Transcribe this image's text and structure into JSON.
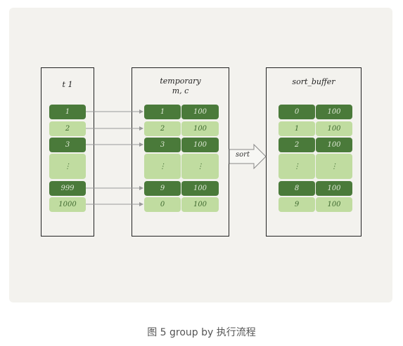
{
  "t1": {
    "title": "t 1",
    "rows": [
      "1",
      "2",
      "3",
      "⋮",
      "999",
      "1000"
    ]
  },
  "temporary": {
    "title_line1": "temporary",
    "title_line2": "m, c",
    "rows": [
      [
        "1",
        "100"
      ],
      [
        "2",
        "100"
      ],
      [
        "3",
        "100"
      ],
      [
        "⋮",
        "⋮"
      ],
      [
        "9",
        "100"
      ],
      [
        "0",
        "100"
      ]
    ]
  },
  "sort_buffer": {
    "title": "sort_buffer",
    "rows": [
      [
        "0",
        "100"
      ],
      [
        "1",
        "100"
      ],
      [
        "2",
        "100"
      ],
      [
        "⋮",
        "⋮"
      ],
      [
        "8",
        "100"
      ],
      [
        "9",
        "100"
      ]
    ]
  },
  "sort_arrow_label": "sort",
  "caption": "图 5 group by 执行流程",
  "colors": {
    "dark_green": "#4a7a3a",
    "light_green": "#c0dca0",
    "panel_bg": "#f3f2ee"
  }
}
